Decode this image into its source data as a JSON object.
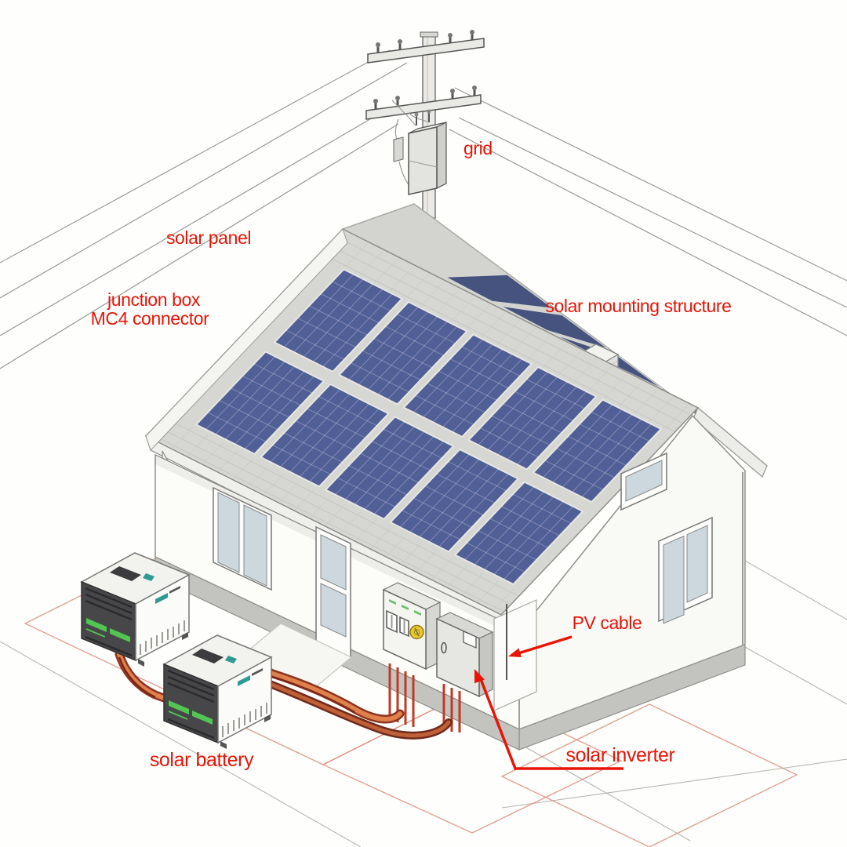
{
  "diagram": {
    "labels": {
      "grid": "grid",
      "solar_panel": "solar panel",
      "junction_box": "junction box",
      "mc4_connector": "MC4 connector",
      "solar_mounting_structure": "solar mounting structure",
      "pv_cable": "PV cable",
      "solar_battery": "solar battery",
      "solar_inverter": "solar inverter"
    },
    "label_color": "#e81408",
    "colors": {
      "panel_blue": "#515f97",
      "rear_panel_blue": "#46537f",
      "roof_shingle_gray": "#d3d3cf",
      "cable_orange": "#e0804c",
      "cable_casing": "#8c3420",
      "ground_marking_red": "#dd8f7e",
      "battery_face_dark": "#474649",
      "battery_led_green": "#52c552",
      "dial_yellow": "#e9c733"
    }
  }
}
